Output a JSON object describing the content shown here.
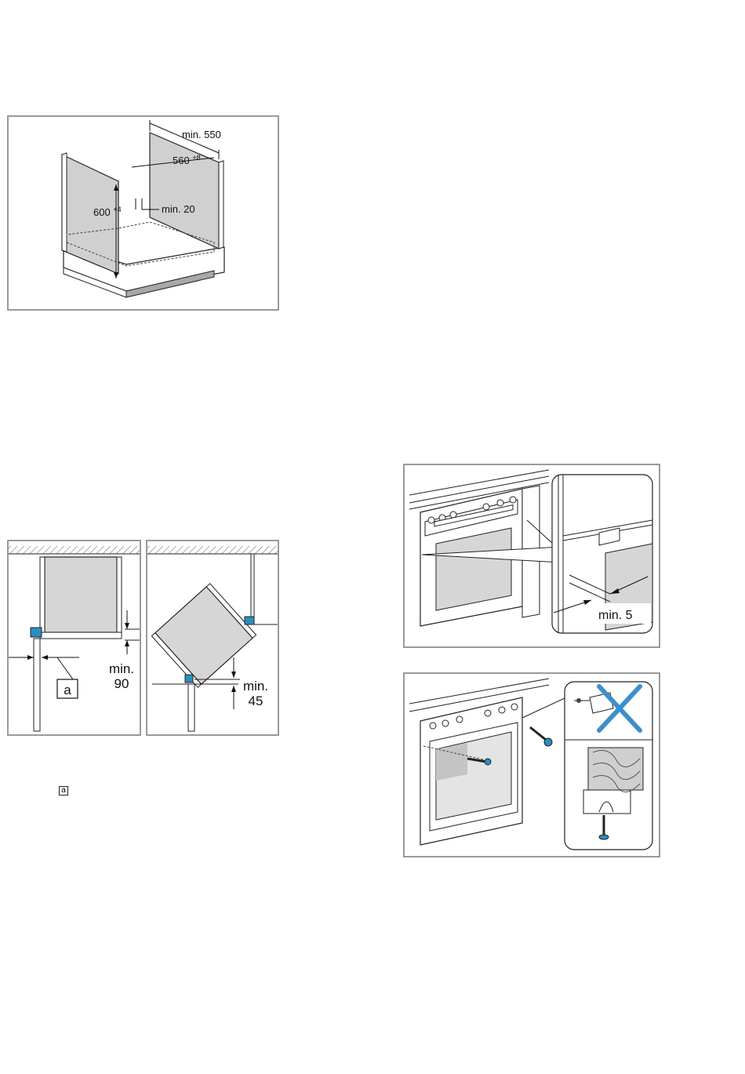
{
  "figures": {
    "cabinet": {
      "dim_depth": "min. 550",
      "dim_width": "560",
      "dim_width_tol": "+8",
      "dim_height": "600",
      "dim_height_tol": "+4",
      "dim_gap": "min. 20"
    },
    "hinge_left": {
      "marker": "a",
      "dim_line1": "min.",
      "dim_line2": "90"
    },
    "hinge_right": {
      "dim_line1": "min.",
      "dim_line2": "45"
    },
    "gap": {
      "dim": "min. 5"
    },
    "screw": {
      "drill_icon": "cordless-drill-icon",
      "prohibited_icon": "cross-icon",
      "screw_icon": "screw-icon"
    }
  },
  "legend": {
    "marker": "a"
  },
  "colors": {
    "frame": "#9a9a9a",
    "panel": "#d0d0d0",
    "accent": "#2a8fbd",
    "prohibited": "#3d8fcc"
  }
}
